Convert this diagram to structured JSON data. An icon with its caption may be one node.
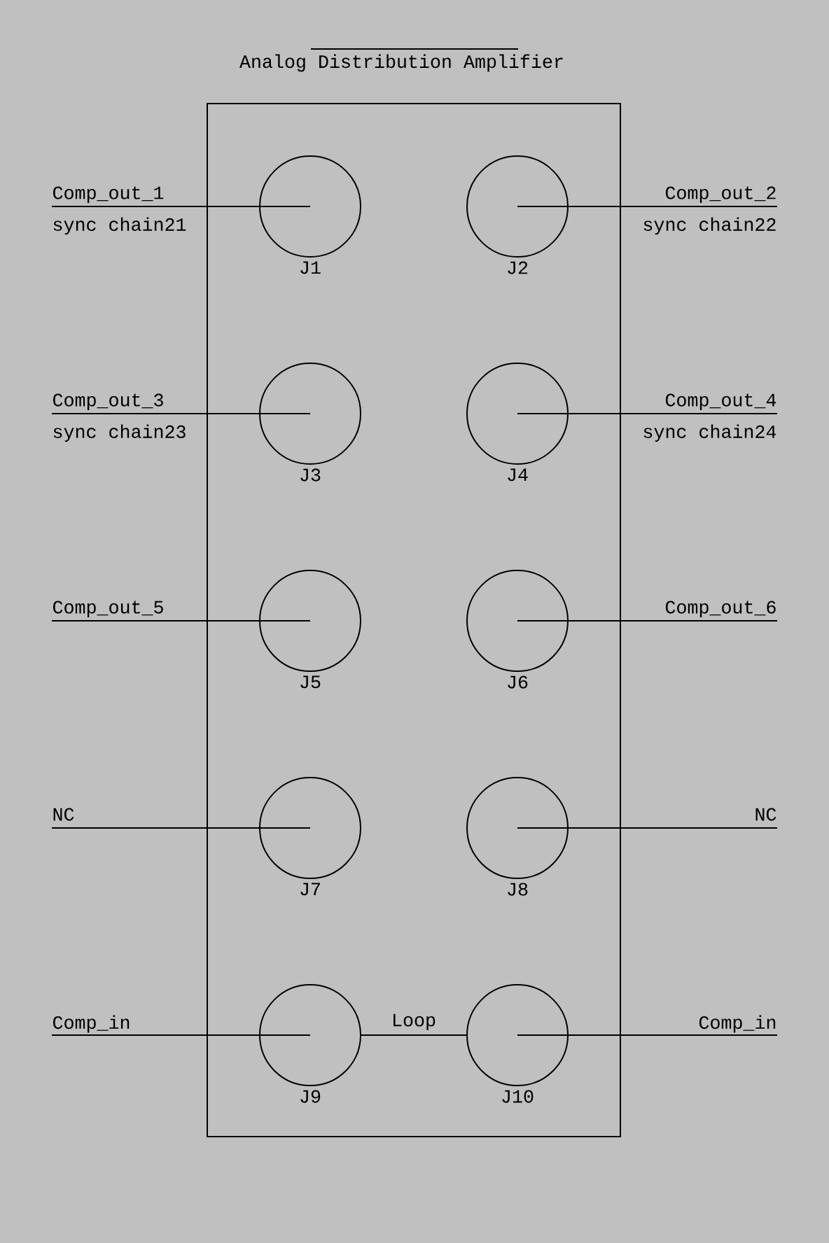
{
  "diagram": {
    "title": "Analog Distribution Amplifier",
    "nodes": [
      {
        "text": [],
        "shape": "box"
      },
      {
        "text": [
          "Comp_out_1",
          "sync chain21"
        ]
      },
      {
        "text": [],
        "shape": "circle",
        "in": 0,
        "beside": [
          "J1"
        ]
      },
      {
        "text": [],
        "shape": "circle",
        "in": 0,
        "beside": [
          "J2"
        ]
      },
      {
        "text": [
          "Comp_out_2",
          "sync chain22"
        ]
      },
      {
        "text": [
          "Comp_out_3",
          "sync chain23"
        ]
      },
      {
        "text": [],
        "shape": "circle",
        "in": 0,
        "beside": [
          "J3"
        ]
      },
      {
        "text": [],
        "shape": "circle",
        "in": 0,
        "beside": [
          "J4"
        ]
      },
      {
        "text": [
          "Comp_out_4",
          "sync chain24"
        ]
      },
      {
        "text": [
          "Comp_out_5"
        ]
      },
      {
        "text": [],
        "shape": "circle",
        "in": 0,
        "beside": [
          "J5"
        ]
      },
      {
        "text": [],
        "shape": "circle",
        "in": 0,
        "beside": [
          "J6"
        ]
      },
      {
        "text": [
          "Comp_out_6"
        ]
      },
      {
        "text": [
          "NC"
        ]
      },
      {
        "text": [],
        "shape": "circle",
        "in": 0,
        "beside": [
          "J7"
        ]
      },
      {
        "text": [],
        "shape": "circle",
        "in": 0,
        "beside": [
          "J8"
        ]
      },
      {
        "text": [
          "NC"
        ]
      },
      {
        "text": [
          "Comp_in"
        ]
      },
      {
        "text": [],
        "shape": "circle",
        "in": 0,
        "beside": [
          "J9"
        ]
      },
      {
        "text": [],
        "shape": "circle",
        "in": 0,
        "beside": [
          "J10"
        ]
      },
      {
        "text": [
          "Comp_in"
        ]
      }
    ],
    "edges": [
      {
        "from": 1,
        "to": 2,
        "arrow": "none"
      },
      {
        "from": 4,
        "to": 3,
        "arrow": "none"
      },
      {
        "from": 5,
        "to": 6,
        "arrow": "none"
      },
      {
        "from": 8,
        "to": 7,
        "arrow": "none"
      },
      {
        "from": 9,
        "to": 10,
        "arrow": "none"
      },
      {
        "from": 12,
        "to": 11,
        "arrow": "none"
      },
      {
        "from": 13,
        "to": 14,
        "arrow": "none"
      },
      {
        "from": 16,
        "to": 15,
        "arrow": "none"
      },
      {
        "from": 17,
        "to": 18,
        "arrow": "none"
      },
      {
        "from": 20,
        "to": 19,
        "arrow": "none"
      },
      {
        "from": 18,
        "to": 19,
        "arrow": "none",
        "label": "Loop"
      }
    ]
  }
}
